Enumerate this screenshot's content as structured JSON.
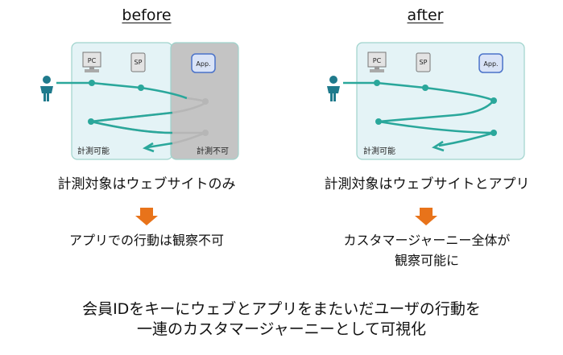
{
  "before": {
    "heading": "before",
    "devices": {
      "pc": "PC",
      "sp": "SP",
      "app": "App."
    },
    "measurable_label": "計測可能",
    "not_measurable_label": "計測不可",
    "caption": "計測対象はウェブサイトのみ",
    "result": "アプリでの行動は観察不可"
  },
  "after": {
    "heading": "after",
    "devices": {
      "pc": "PC",
      "sp": "SP",
      "app": "App."
    },
    "measurable_label": "計測可能",
    "caption": "計測対象はウェブサイトとアプリ",
    "result_line1": "カスタマージャーニー全体が",
    "result_line2": "観察可能に"
  },
  "summary": {
    "line1": "会員IDをキーにウェブとアプリをまたいだユーザの行動を",
    "line2": "一連のカスタマージャーニーとして可視化"
  },
  "colors": {
    "path": "#2aa79b",
    "path_faded": "#b6b6b6",
    "user": "#1f7a8c",
    "panel_fill": "#e4f3f6",
    "panel_border": "#9fd3cc",
    "blocked_fill": "#c4c4c4",
    "app_fill": "#d9e3f7",
    "app_border": "#4a72c9",
    "arrow": "#e8731a"
  }
}
